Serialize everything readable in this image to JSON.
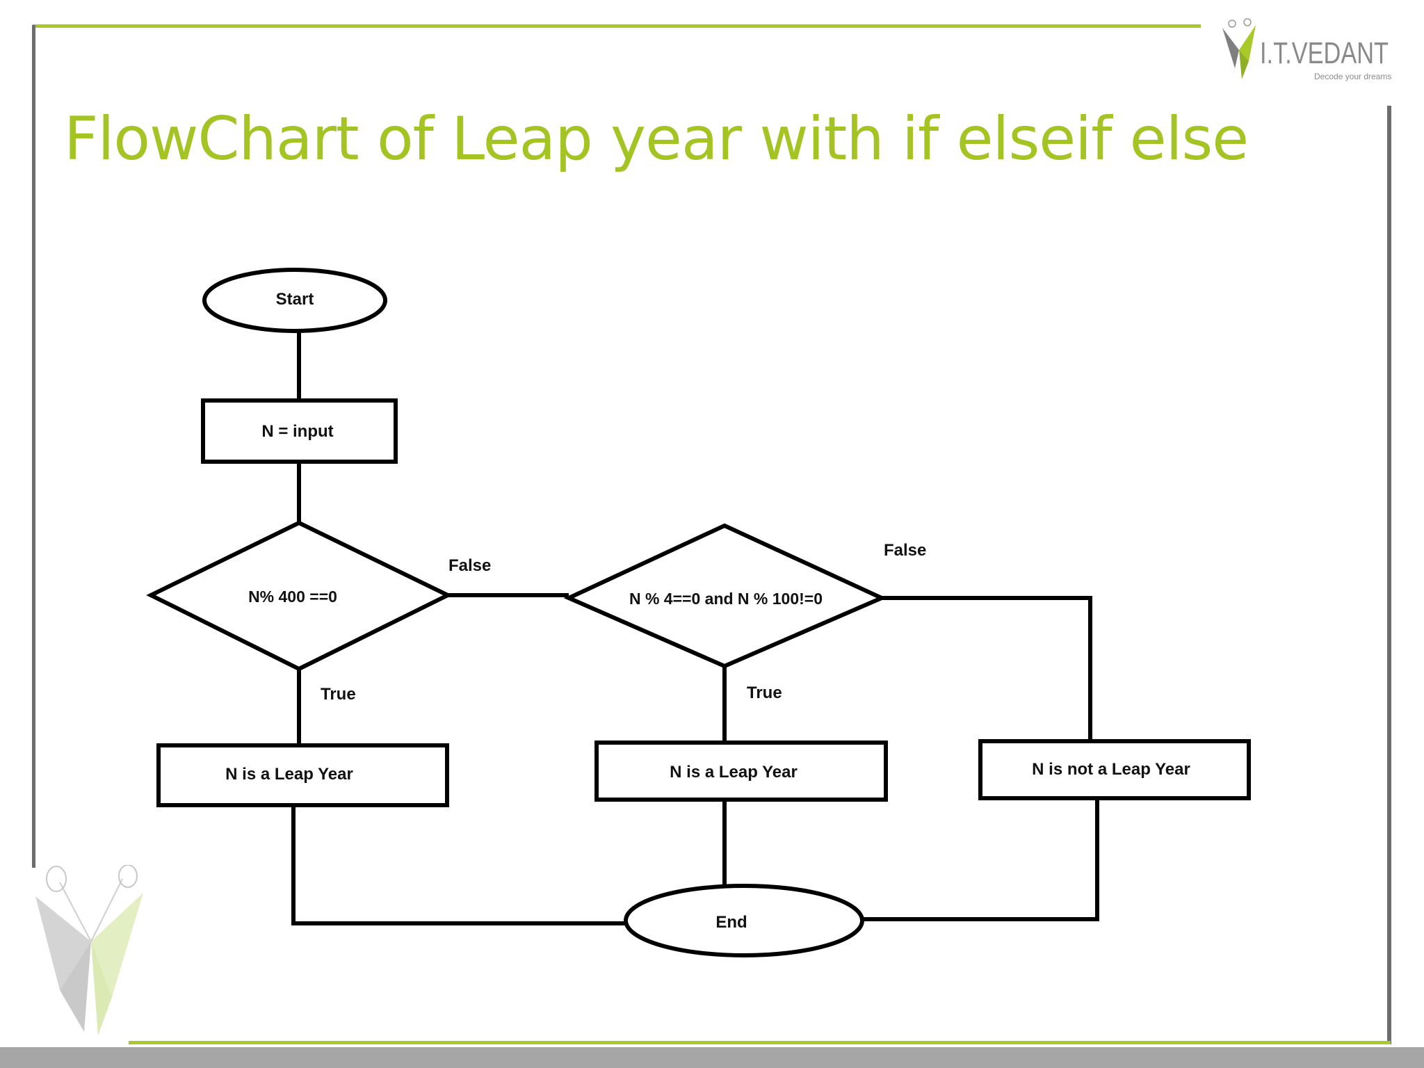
{
  "slide": {
    "title": "FlowChart of Leap year with if elseif else"
  },
  "logo": {
    "brand": "I.T.VEDANT",
    "tagline": "Decode your dreams"
  },
  "colors": {
    "accent_green": "#a9c92b",
    "frame_gray": "#6d6d6d",
    "footer_gray": "#a6a6a6"
  },
  "flowchart": {
    "start": "Start",
    "input": "N = input",
    "decision1": "N% 400 ==0",
    "decision2": "N % 4==0 and N % 100!=0",
    "leap1": "N is a Leap Year",
    "leap2": "N is a Leap Year",
    "not_leap": "N is not a Leap Year",
    "end": "End",
    "edge_false_1": "False",
    "edge_false_2": "False",
    "edge_true_1": "True",
    "edge_true_2": "True"
  }
}
